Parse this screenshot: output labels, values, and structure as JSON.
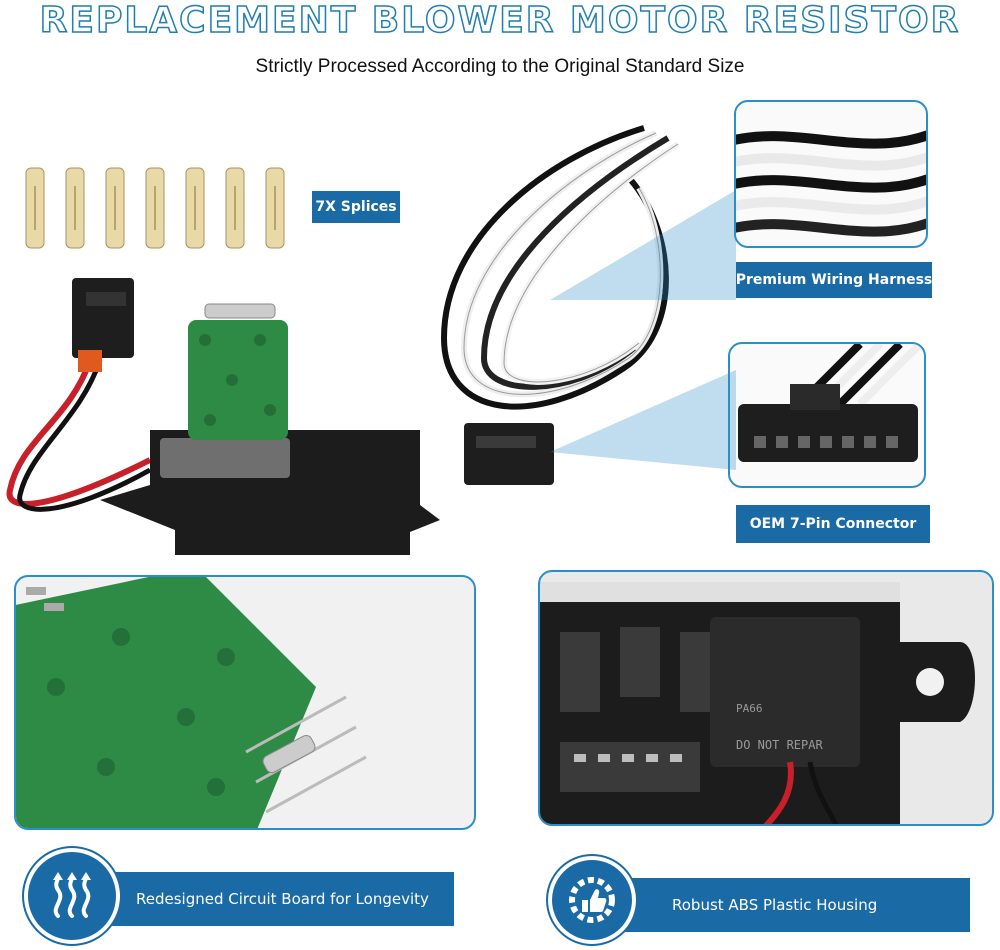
{
  "header": {
    "title": "REPLACEMENT BLOWER MOTOR RESISTOR",
    "subtitle": "Strictly Processed According to the Original Standard Size"
  },
  "labels": {
    "splices": "7X Splices",
    "harness": "Premium Wiring Harness",
    "connector": "OEM 7-Pin Connector"
  },
  "housing_marks": {
    "pa": "PA66",
    "repair": "DO NOT REPAR"
  },
  "features": [
    {
      "label": "Redesigned Circuit Board for Longevity",
      "icon": "heat-waves-icon"
    },
    {
      "label": "Robust ABS Plastic Housing",
      "icon": "thumbs-up-gear-icon"
    }
  ],
  "colors": {
    "accent": "#1a6aa6",
    "board": "#2e8b46",
    "housing": "#1c1c1c"
  }
}
